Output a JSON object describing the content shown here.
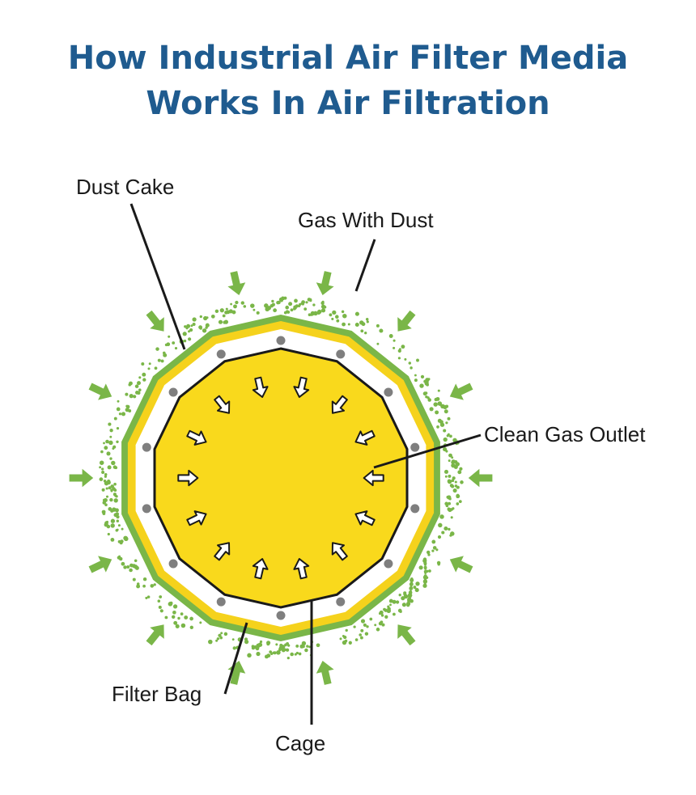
{
  "title": {
    "line1": "How Industrial Air Filter Media",
    "line2": "Works In Air Filtration"
  },
  "labels": {
    "dust_cake": "Dust Cake",
    "gas_with_dust": "Gas With Dust",
    "clean_gas_outlet": "Clean Gas Outlet",
    "filter_bag": "Filter Bag",
    "cage": "Cage"
  },
  "colors": {
    "title": "#1f5b8f",
    "dust_green": "#7ab648",
    "filter_yellow": "#f5d21c",
    "cage_dot": "#7f7f7f",
    "clean_yellow": "#f9d91c"
  },
  "icons": {
    "inflow": "green-arrow-icon",
    "outflow": "white-arrow-icon"
  }
}
